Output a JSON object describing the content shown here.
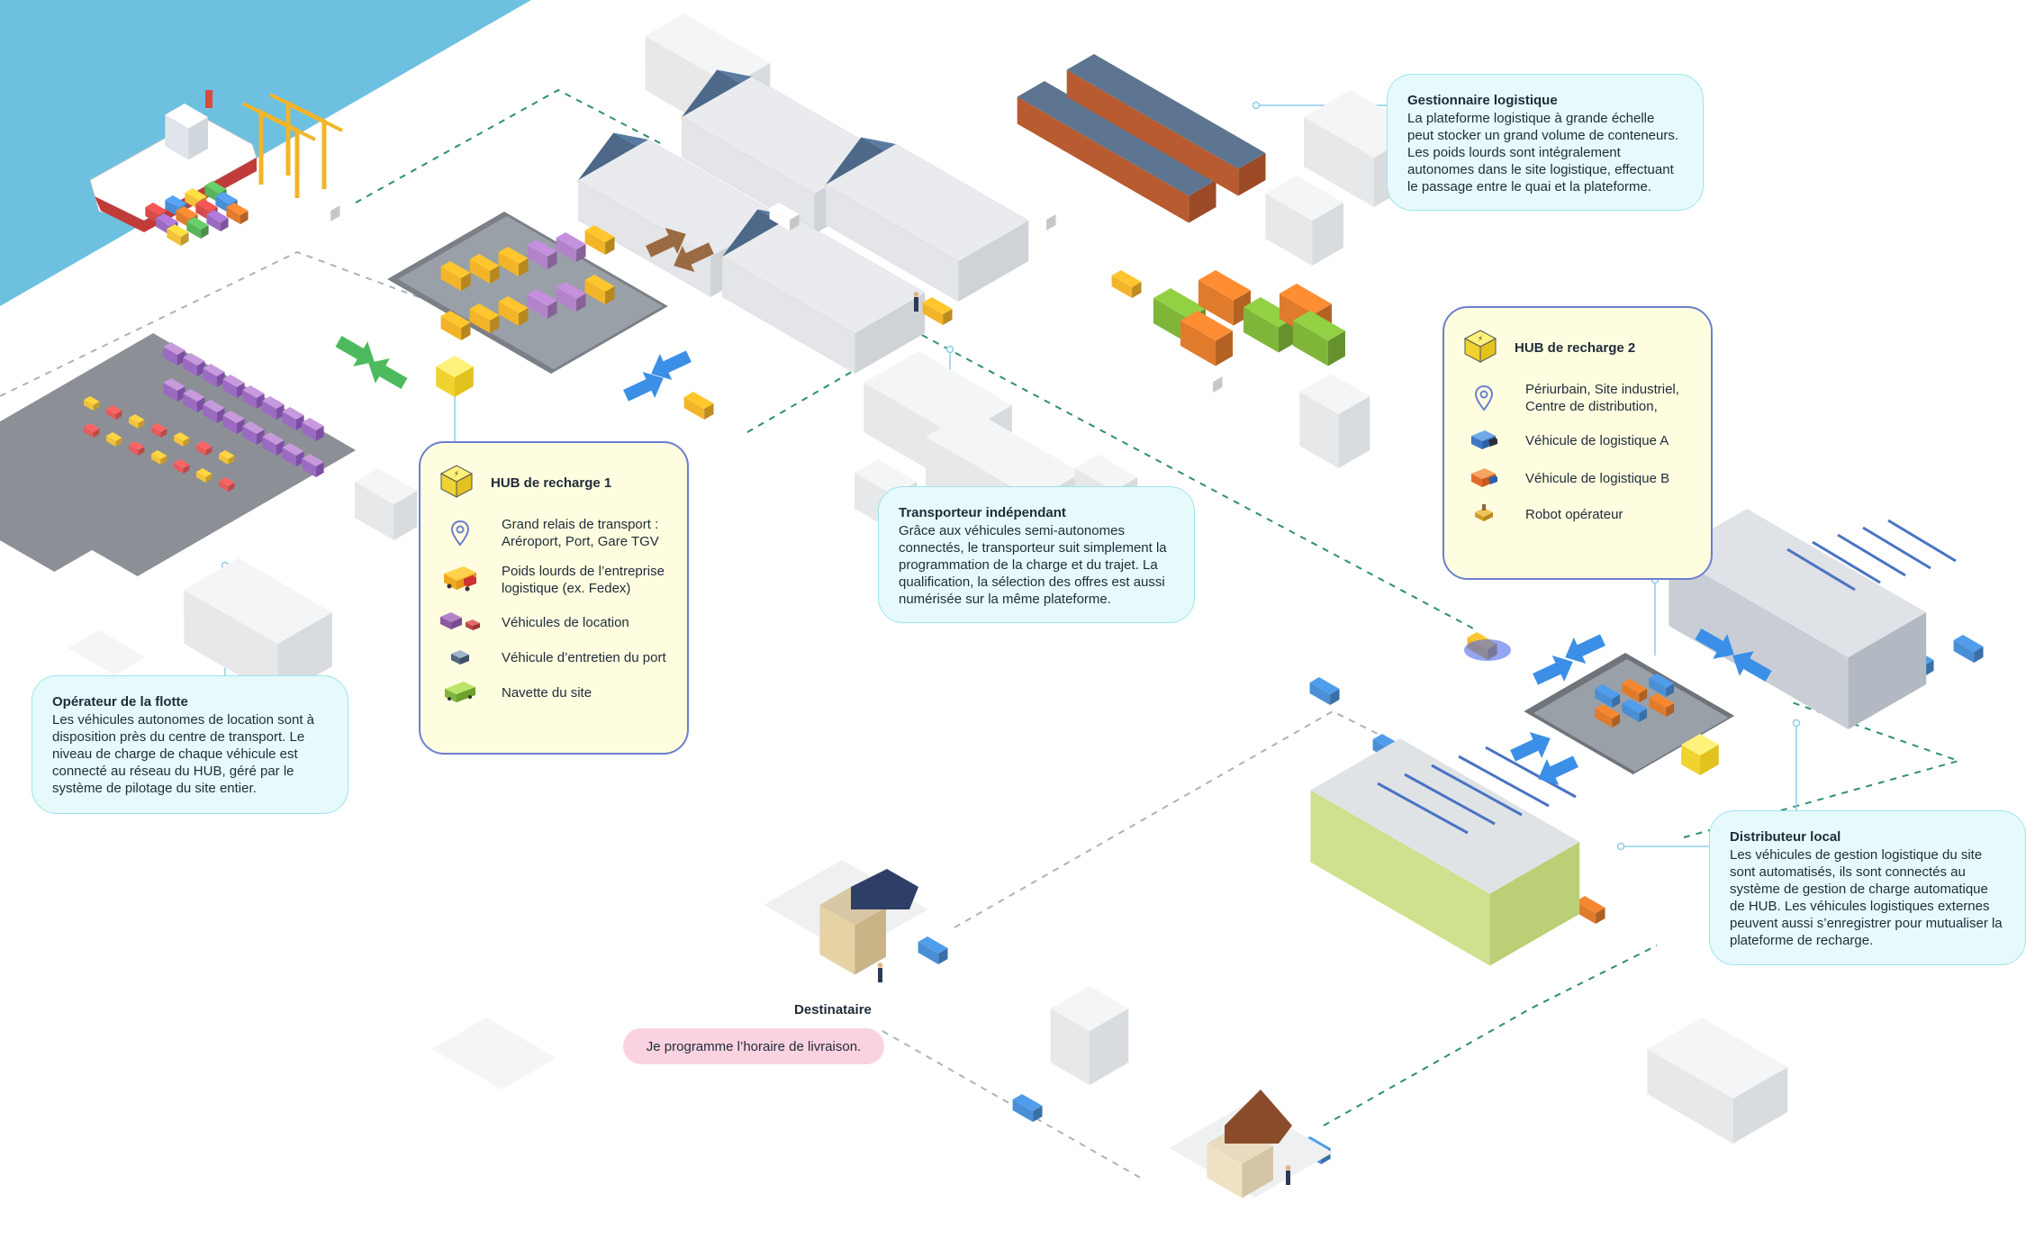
{
  "colors": {
    "sea": "#6ec0e0",
    "route_line": "#2f8f6d",
    "pointer_line": "#8ccde6",
    "info_bg": "#e6fafc",
    "legend_bg": "#fffde0",
    "legend_border": "#6b7fcf",
    "pill_bg": "#fbd3e0",
    "roof": "#5a7aa0",
    "arrow_blue": "#3b8fe6",
    "arrow_green": "#4dbb5d",
    "arrow_brown": "#9a6a42"
  },
  "cards": {
    "gestionnaire": {
      "title": "Gestionnaire logistique",
      "text": "La plateforme logistique à grande échelle peut stocker un grand volume de conteneurs. Les poids lourds sont intégralement autonomes dans le site logistique, effectuant le passage entre le quai et la plateforme."
    },
    "transporteur": {
      "title": "Transporteur indépendant",
      "text": "Grâce aux véhicules semi-autonomes connectés, le transporteur suit simplement la programmation de la charge et du trajet. La qualification, la sélection des offres est aussi numérisée sur la même plateforme."
    },
    "operateur": {
      "title": "Opérateur de la flotte",
      "text": "Les véhicules autonomes de location sont à disposition près du centre de transport. Le niveau de charge de chaque véhicule est connecté au réseau du HUB, géré par le système de pilotage du site entier."
    },
    "distributeur": {
      "title": "Distributeur local",
      "text": "Les véhicules de gestion logistique du site sont automatisés, ils sont connectés au système de gestion de charge automatique de HUB. Les véhicules logistiques externes peuvent aussi s’enregistrer pour mutualiser la plateforme de recharge."
    }
  },
  "hub1": {
    "title": "HUB de recharge 1",
    "items": [
      {
        "icon": "location-pin-icon",
        "label": "Grand relais de transport : Aréroport, Port, Gare TGV"
      },
      {
        "icon": "yellow-truck-icon",
        "label": "Poids lourds de l’entreprise logistique (ex. Fedex)"
      },
      {
        "icon": "rental-vehicles-icon",
        "label": "Véhicules de location"
      },
      {
        "icon": "port-maintenance-vehicle-icon",
        "label": "Véhicule d’entretien du port"
      },
      {
        "icon": "shuttle-bus-icon",
        "label": "Navette du site"
      }
    ]
  },
  "hub2": {
    "title": "HUB de recharge 2",
    "items": [
      {
        "icon": "location-pin-icon",
        "label": "Périurbain, Site industriel, Centre de distribution,"
      },
      {
        "icon": "blue-truck-icon",
        "label": "Véhicule de logistique A"
      },
      {
        "icon": "orange-truck-icon",
        "label": "Véhicule de logistique B"
      },
      {
        "icon": "operator-robot-icon",
        "label": "Robot opérateur"
      }
    ]
  },
  "destinataire": {
    "label": "Destinataire",
    "message": "Je programme l’horaire de livraison."
  }
}
